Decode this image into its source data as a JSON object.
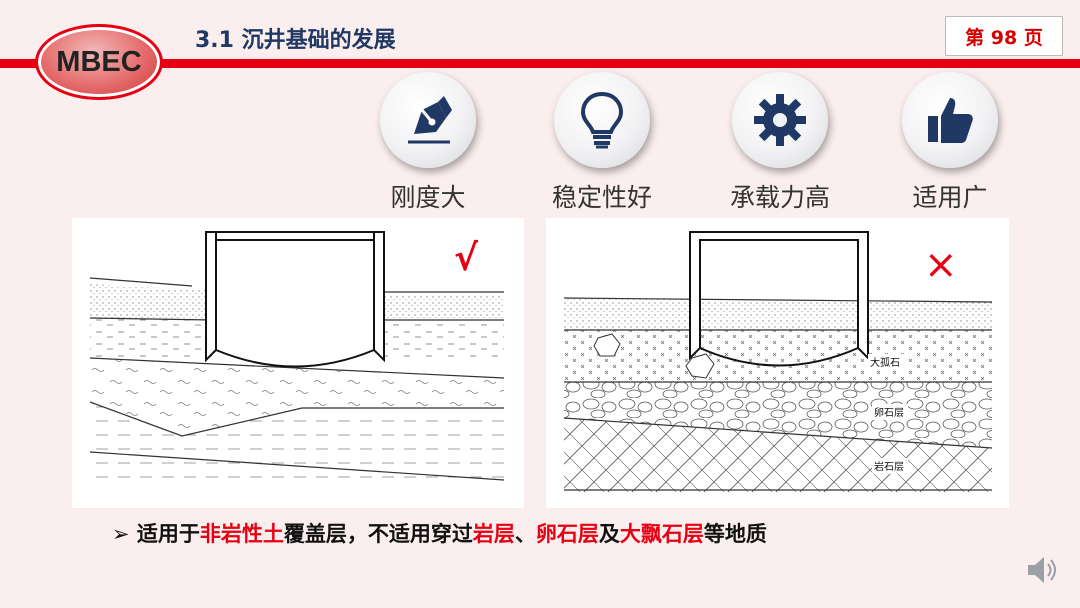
{
  "logo": {
    "text": "MBEC"
  },
  "header": {
    "title": "3.1 沉井基础的发展",
    "page": "第 98  页"
  },
  "features": [
    {
      "icon": "pen-icon",
      "label": "刚度大"
    },
    {
      "icon": "lightbulb-icon",
      "label": "稳定性好"
    },
    {
      "icon": "gear-icon",
      "label": "承载力高"
    },
    {
      "icon": "thumbs-up-icon",
      "label": "适用广"
    }
  ],
  "diagrams": {
    "left": {
      "mark": "√",
      "mark_color": "#e60012"
    },
    "right": {
      "mark": "×",
      "mark_color": "#e60012",
      "labels": {
        "boulder": "大孤石",
        "pebble": "卵石层",
        "rock": "岩石层"
      }
    }
  },
  "bullet": {
    "arrow": "➢",
    "p1": "适用于",
    "p2": "非岩性土",
    "p3": "覆盖层，不适用穿过",
    "p4": "岩层",
    "p5": "、",
    "p6": "卵石层",
    "p7": "及",
    "p8": "大飘石层",
    "p9": "等地质"
  },
  "colors": {
    "accent": "#e60012",
    "title": "#1f3864",
    "icon": "#1f3864"
  },
  "audio": {
    "icon": "speaker-icon"
  }
}
